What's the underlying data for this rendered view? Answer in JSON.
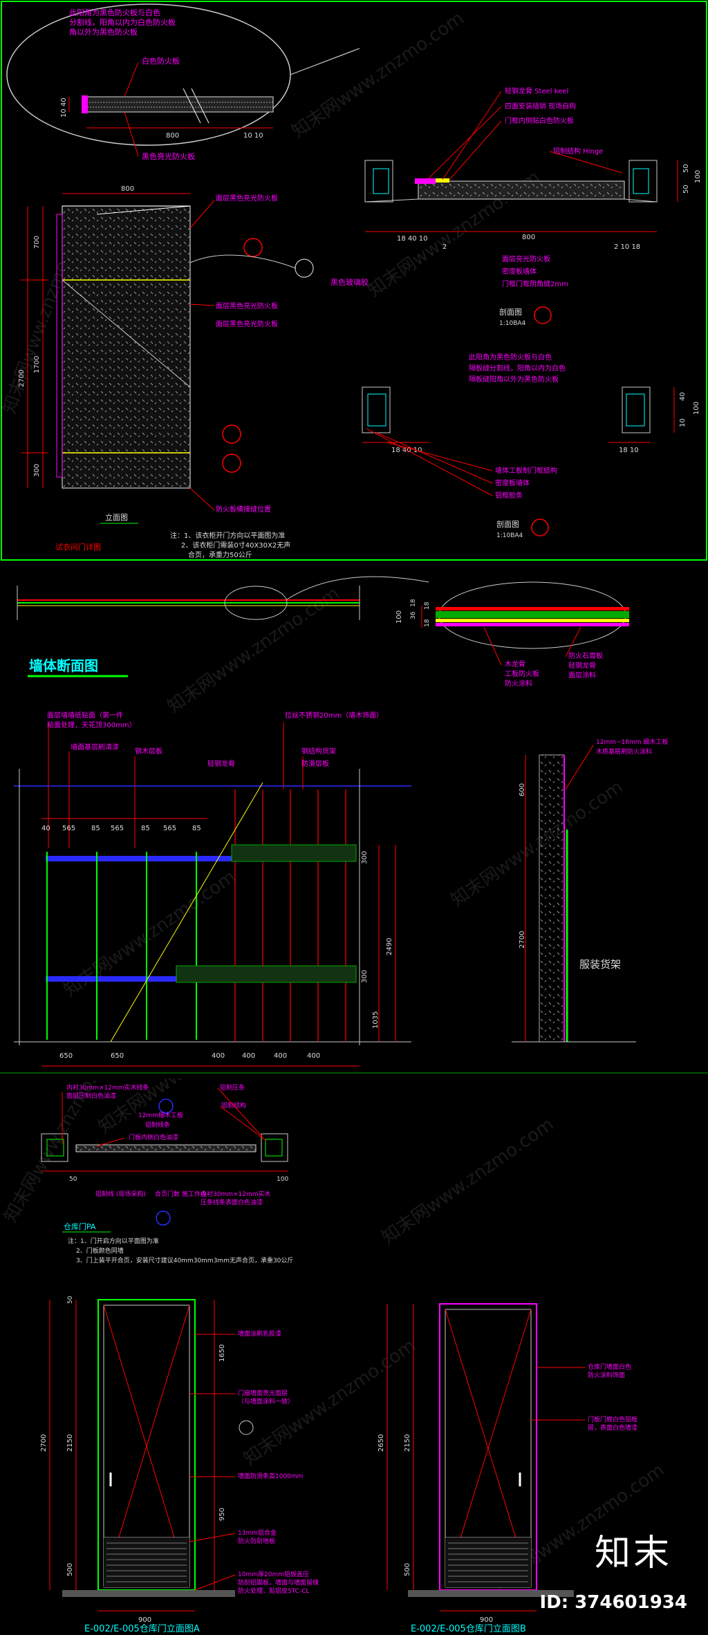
{
  "panel1": {
    "notes_top": [
      "此阳角为黑色防火板与白色",
      "分割线，阳角以内为白色防火板",
      "角以外为黑色防火板"
    ],
    "label_white_board": "白色防火板",
    "label_black_board": "黑色亮光防火板",
    "dims_top_left": {
      "total": "800",
      "edge": "10 10",
      "thk": "10 40"
    },
    "elevation_dims": {
      "width": "800",
      "h1": "700",
      "h2": "1700",
      "h3": "300",
      "total": "2700"
    },
    "elevation_callouts": [
      "面层黑色亮光防火板",
      "面层黑色亮光防火板",
      "面层黑色亮光防火板"
    ],
    "glass_label": "黑色玻璃胶",
    "hinge_label": "防火板横接缝位置",
    "elevation_title": "立面图",
    "notes": [
      "注：1、该衣柜开门方向以平面图为准",
      "2、该衣柜门需装0寸40X30X2无声",
      "合页，承重力50公斤"
    ],
    "bottom_left_label": "试衣间门详图",
    "section1_callouts": [
      "轻钢龙骨 Steel keel",
      "四面安装插销 现场自购",
      "门框内侧贴白色防火板",
      "铝制结构 Hinge"
    ],
    "section1_dims": {
      "left": "18 40 10",
      "mid": "2",
      "width": "800",
      "right": "2 10 18",
      "side1": "50",
      "side2": "50",
      "side3": "100"
    },
    "section1_labels": [
      "面层亮光防火板",
      "密度板墙体",
      "门框门框阴角缝2mm"
    ],
    "section1_title": "剖面图",
    "section1_scale": "1:10BA4",
    "section2_notes": [
      "此阳角为黑色防火板与白色",
      "隔板缝分割线，阳角以内为白色",
      "隔板缝阳角以外为黑色防火板"
    ],
    "section2_dims": {
      "left": "18 40 10",
      "right": "18 10",
      "side1": "40",
      "side2": "10",
      "side3": "100"
    },
    "section2_labels": [
      "墙体工板制门框结构",
      "密度板墙体",
      "铝框胶条"
    ],
    "section2_title": "剖面图",
    "section2_scale": "1:10BA4"
  },
  "panel2": {
    "strip_dims": [
      "100",
      "18",
      "36",
      "18",
      "18"
    ],
    "strip_labels": [
      "木龙骨",
      "工板防火板",
      "防火涂料"
    ],
    "strip_labels_right": [
      "防火石膏板",
      "轻钢龙骨",
      "面层涂料"
    ],
    "heading": "墙体断面图",
    "top_callouts": [
      "面层墙墙纸贴面（第一件",
      "贴面处理，天花顶300mm）",
      "墙面基层刷清漆",
      "钢木层板",
      "拉丝不锈钢20mm（墙木饰面）",
      "钢结构货架",
      "轻钢龙骨",
      "防滑层板"
    ],
    "dims_top": [
      "40",
      "565",
      "85",
      "565",
      "85",
      "565",
      "85"
    ],
    "dims_right": [
      "300",
      "300",
      "2490",
      "1035"
    ],
    "dims_bottom": [
      "650",
      "650",
      "400",
      "400",
      "400",
      "400"
    ],
    "side_dims": [
      "600",
      "2700"
    ],
    "side_callouts": [
      "12mm~18mm 细木工板",
      "木质基层刷防火涂料"
    ],
    "side_label": "服装货架"
  },
  "panel3": {
    "plan_callouts": [
      "内衬30mm×12mm实木线条",
      "面层压制白色油漆",
      "12mm细木工板",
      "门板内侧白色油漆",
      "铝制线条",
      "铝制压条",
      "铝制结构"
    ],
    "plan_dims": [
      "50",
      "100"
    ],
    "plan_labels": [
      "铝制线 (现场采购)",
      "合页门数 施工作业",
      "内衬30mm×12mm实木",
      "压条线条表面白色油漆"
    ],
    "plan_title": "仓库门PA",
    "notes": [
      "注：1、门开启方向以平面图为准",
      "2、门板颜色同墙",
      "3、门上装平开合页，安装尺寸建议40mm30mm3mm无声合页，承重30公斤"
    ],
    "elevA_dims": {
      "top": "50",
      "h1": "1650",
      "h2": "2150",
      "total": "2700",
      "h3": "950",
      "h4": "500",
      "width": "900"
    },
    "elevA_callouts": [
      "墙面涂刷乳胶漆",
      "门扇墙面亮光面层",
      "（与墙面涂料一致）",
      "墙面防滑条高1000mm",
      "13mm铝合金",
      "防火防刮地板",
      "10mm厚20mm铝板盖压",
      "防刮铝踢板，墙面与墙面留缝",
      "防火处理，贴铝皮STC-CL"
    ],
    "elevA_title": "E-002/E-005仓库门立面图A",
    "elevB_dims": {
      "h1": "2150",
      "total": "2650",
      "h2": "500",
      "width": "900"
    },
    "elevB_callouts": [
      "仓库门墙面白色",
      "防火涂料饰面",
      "门板门框白色铝板",
      "层，表面白色墙漆"
    ],
    "elevB_title": "E-002/E-005仓库门立面图B",
    "brand": "知末",
    "id_tag": "ID: 374601934"
  },
  "watermark": "知末网www.znzmo.com",
  "colors": {
    "bg": "#000000",
    "green": "#00ff00",
    "red": "#ff0000",
    "magenta": "#ff00ff",
    "cyan": "#00ffff",
    "yellow": "#ffff00",
    "blue": "#2a2aff",
    "white": "#ffffff"
  }
}
